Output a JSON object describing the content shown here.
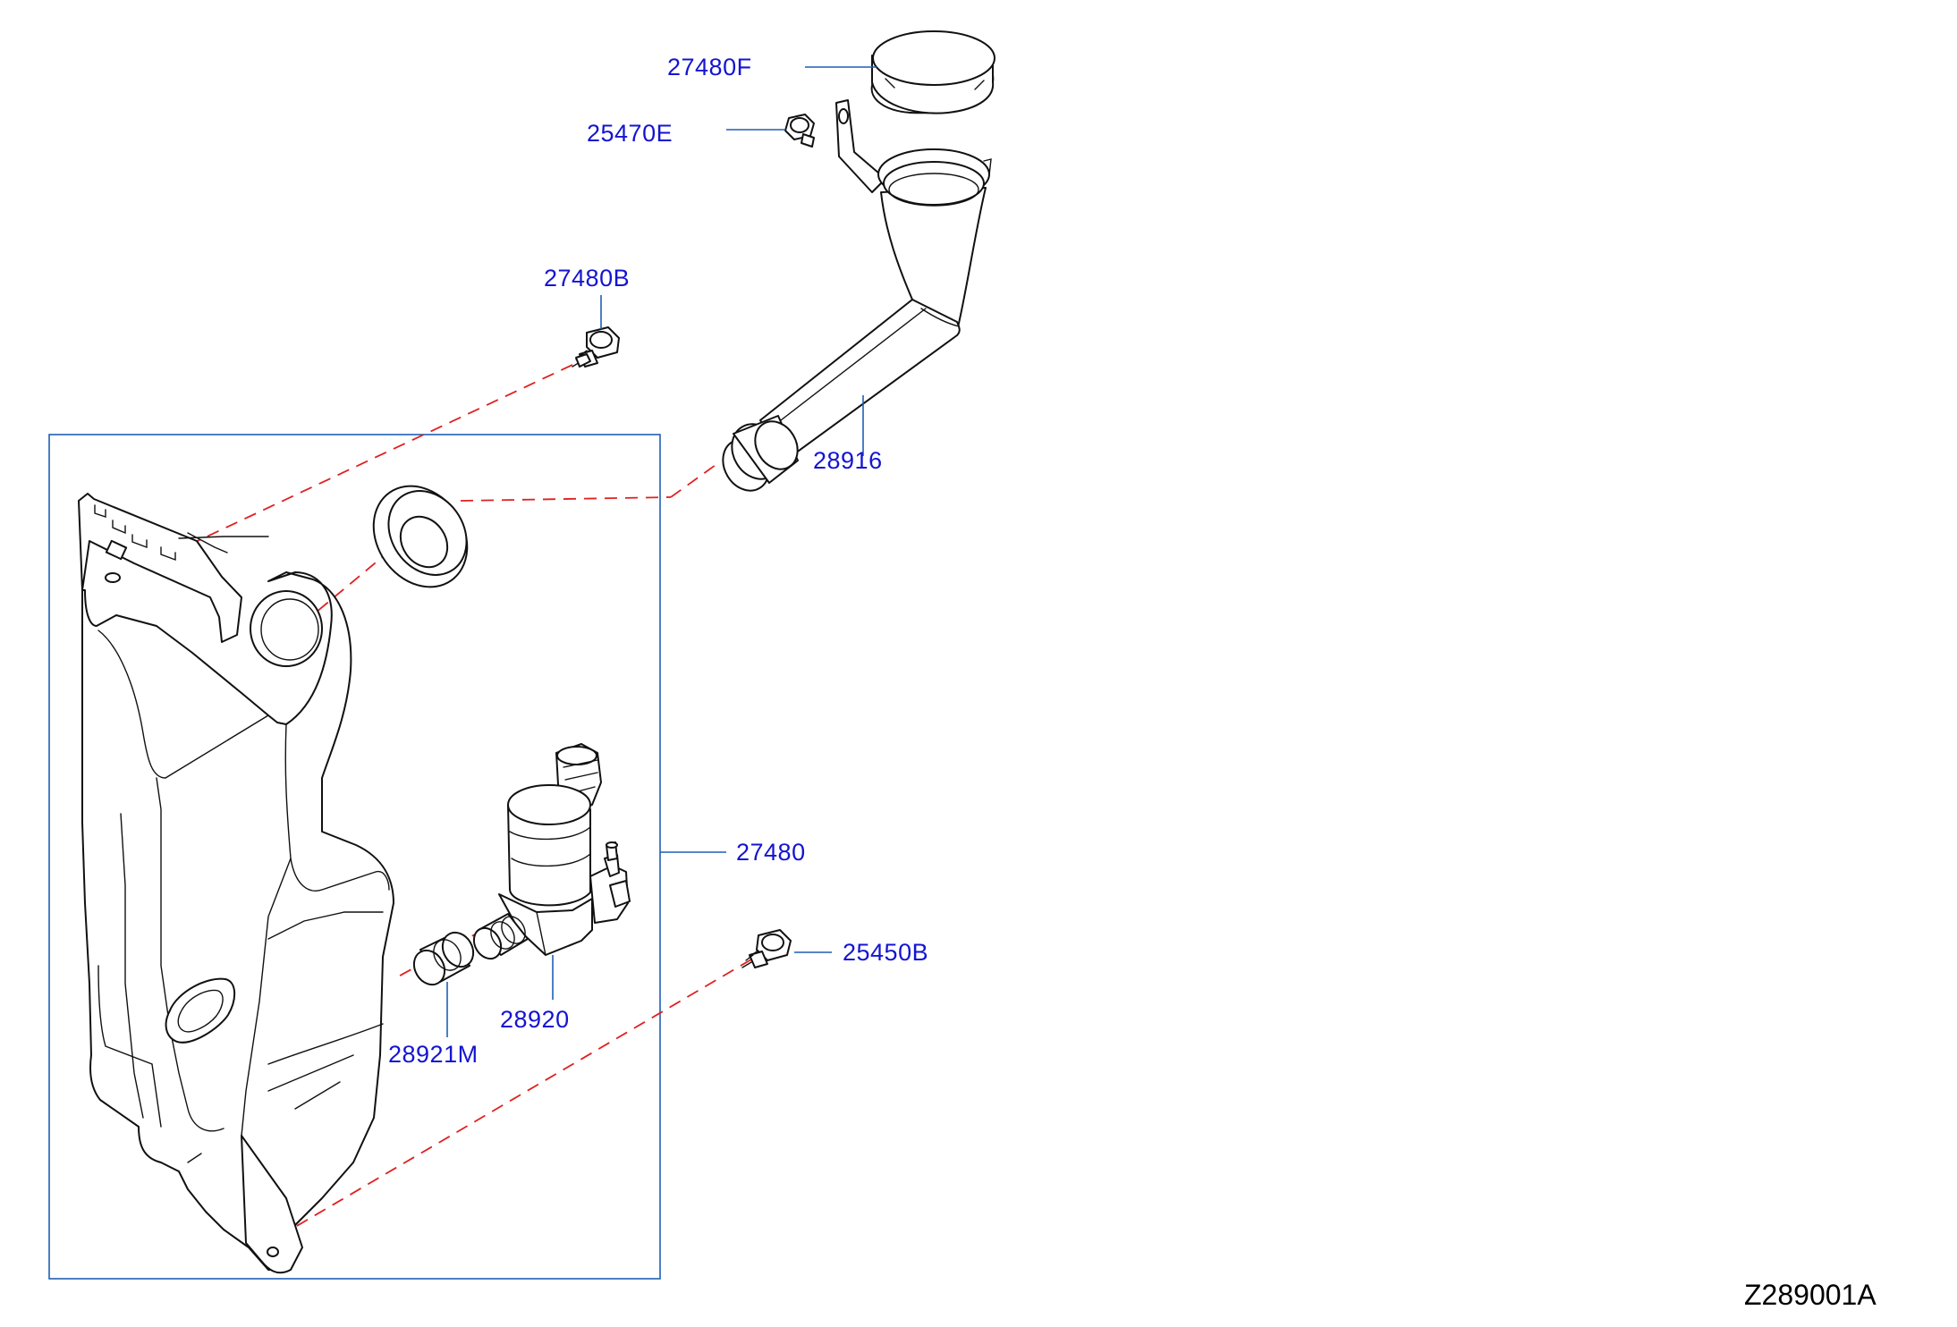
{
  "diagram": {
    "drawing_code": "Z289001A",
    "callouts": [
      {
        "id": "cap",
        "label": "27480F"
      },
      {
        "id": "nut",
        "label": "25470E"
      },
      {
        "id": "bolt-top",
        "label": "27480B"
      },
      {
        "id": "filler-tube",
        "label": "28916"
      },
      {
        "id": "tank-assembly",
        "label": "27480"
      },
      {
        "id": "bolt-bottom",
        "label": "25450B"
      },
      {
        "id": "pump",
        "label": "28920"
      },
      {
        "id": "grommet",
        "label": "28921M"
      }
    ],
    "colors": {
      "callout_text": "#1414d2",
      "leader_line": "#1f5fb4",
      "hidden_line": "#e02020",
      "outline": "#111111",
      "frame": "#1f5fb4"
    }
  }
}
